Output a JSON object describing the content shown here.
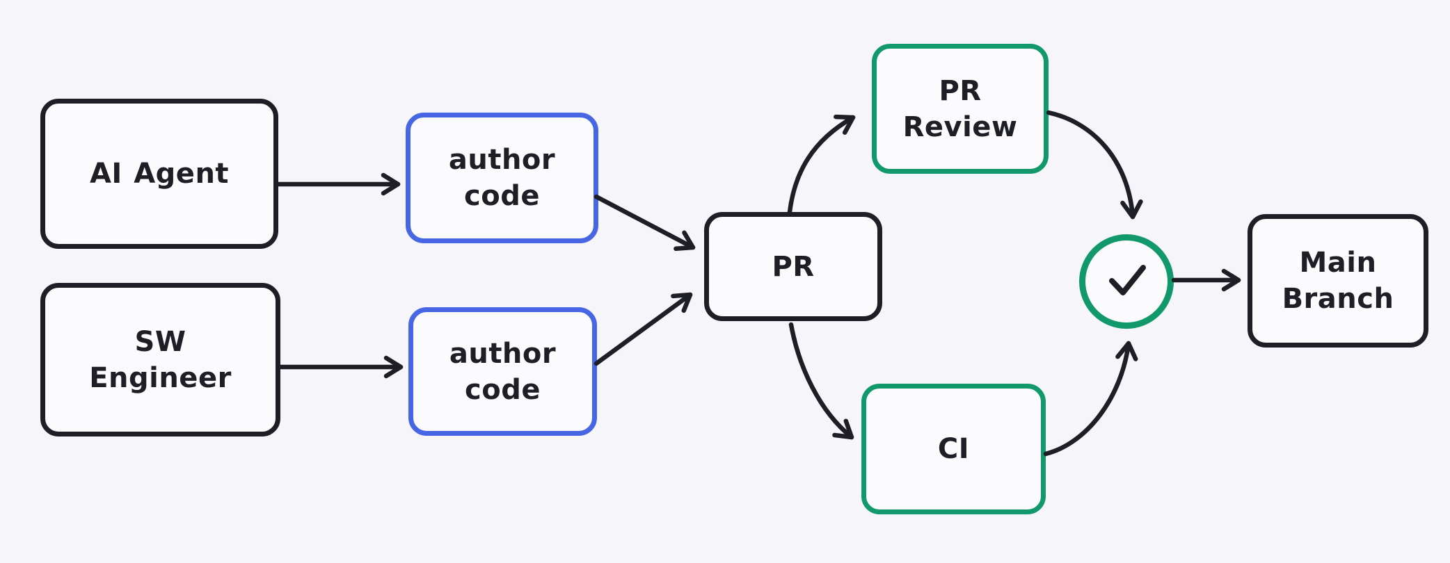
{
  "diagram": {
    "colors": {
      "dark": "#1e1e26",
      "blue": "#4666e4",
      "green": "#12996b",
      "bg": "#f6f6fa",
      "fill": "#fbfbfe"
    },
    "nodes": {
      "ai_agent": {
        "label": "AI Agent",
        "accent": "dark"
      },
      "sw_engineer": {
        "label": "SW Engineer",
        "accent": "dark"
      },
      "author_code_top": {
        "label": "author code",
        "accent": "blue"
      },
      "author_code_bottom": {
        "label": "author code",
        "accent": "blue"
      },
      "pr": {
        "label": "PR",
        "accent": "dark"
      },
      "pr_review": {
        "label": "PR Review",
        "accent": "green"
      },
      "ci": {
        "label": "CI",
        "accent": "green"
      },
      "main_branch": {
        "label": "Main Branch",
        "accent": "dark"
      }
    },
    "icons": {
      "approval": "checkmark-icon"
    }
  }
}
